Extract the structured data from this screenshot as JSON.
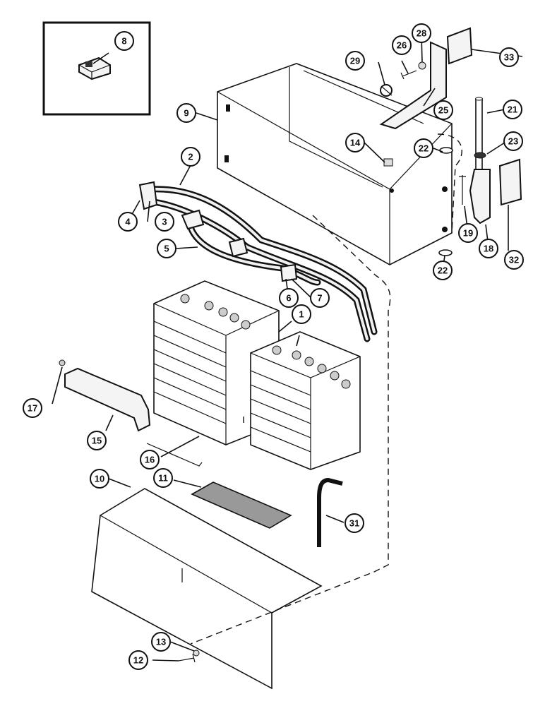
{
  "callouts": [
    {
      "id": "c1",
      "label": "1"
    },
    {
      "id": "c2",
      "label": "2"
    },
    {
      "id": "c3",
      "label": "3"
    },
    {
      "id": "c4",
      "label": "4"
    },
    {
      "id": "c5",
      "label": "5"
    },
    {
      "id": "c6",
      "label": "6"
    },
    {
      "id": "c7",
      "label": "7"
    },
    {
      "id": "c8",
      "label": "8"
    },
    {
      "id": "c9",
      "label": "9"
    },
    {
      "id": "c10",
      "label": "10"
    },
    {
      "id": "c11",
      "label": "11"
    },
    {
      "id": "c12",
      "label": "12"
    },
    {
      "id": "c13",
      "label": "13"
    },
    {
      "id": "c14",
      "label": "14"
    },
    {
      "id": "c15",
      "label": "15"
    },
    {
      "id": "c16",
      "label": "16"
    },
    {
      "id": "c17",
      "label": "17"
    },
    {
      "id": "c18",
      "label": "18"
    },
    {
      "id": "c19",
      "label": "19"
    },
    {
      "id": "c21",
      "label": "21"
    },
    {
      "id": "c22a",
      "label": "22"
    },
    {
      "id": "c22b",
      "label": "22"
    },
    {
      "id": "c23",
      "label": "23"
    },
    {
      "id": "c25",
      "label": "25"
    },
    {
      "id": "c26",
      "label": "26"
    },
    {
      "id": "c28",
      "label": "28"
    },
    {
      "id": "c29",
      "label": "29"
    },
    {
      "id": "c31",
      "label": "31"
    },
    {
      "id": "c32",
      "label": "32"
    },
    {
      "id": "c33",
      "label": "33"
    }
  ]
}
